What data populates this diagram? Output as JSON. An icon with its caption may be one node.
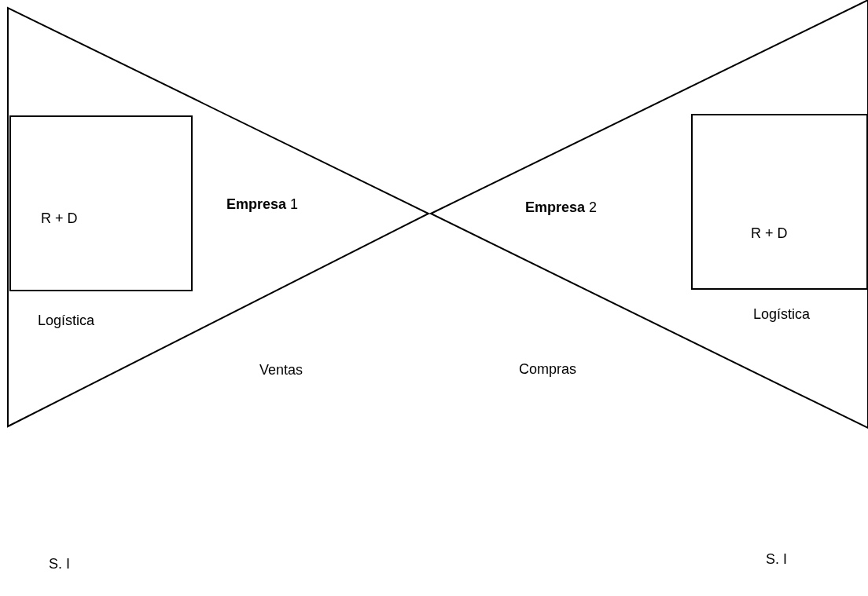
{
  "diagram": {
    "nodes": [
      {
        "text": [
          "**Empresa** 1",
          "Logística",
          "Ventas"
        ]
      },
      {
        "text": [
          "R + D"
        ],
        "in": 0
      },
      {
        "text": [
          "**Empresa** 2",
          "Logística",
          "Compras"
        ]
      },
      {
        "text": [
          "R + D"
        ],
        "in": 2
      }
    ],
    "labels": [
      "S. I",
      "S. I"
    ]
  }
}
